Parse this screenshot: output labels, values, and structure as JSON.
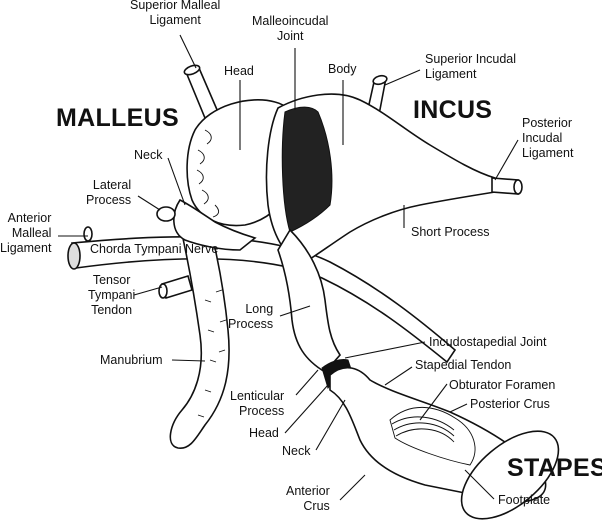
{
  "figure": {
    "bones": {
      "malleus": "MALLEUS",
      "incus": "INCUS",
      "stapes": "STAPES"
    },
    "labels": {
      "superior_malleal_ligament": [
        "Superior Malleal",
        "Ligament"
      ],
      "malleoincudal_joint": [
        "Malleoincudal",
        "Joint"
      ],
      "malleus_head": "Head",
      "body": "Body",
      "superior_incudal_ligament": [
        "Superior Incudal",
        "Ligament"
      ],
      "posterior_incudal_ligament": [
        "Posterior",
        "Incudal",
        "Ligament"
      ],
      "malleus_neck": "Neck",
      "lateral_process": [
        "Lateral",
        "Process"
      ],
      "anterior_malleal_ligament": [
        "Anterior",
        "Malleal",
        "Ligament"
      ],
      "chorda_tympani_nerve": "Chorda Tympani Nerve",
      "short_process": "Short Process",
      "tensor_tympani_tendon": [
        "Tensor",
        "Tympani",
        "Tendon"
      ],
      "long_process": [
        "Long",
        "Process"
      ],
      "manubrium": "Manubrium",
      "incudostapedial_joint": "Incudostapedial Joint",
      "stapedial_tendon": "Stapedial Tendon",
      "obturator_foramen": "Obturator Foramen",
      "posterior_crus": "Posterior Crus",
      "lenticular_process": [
        "Lenticular",
        "Process"
      ],
      "stapes_head": "Head",
      "stapes_neck": "Neck",
      "anterior_crus": [
        "Anterior",
        "Crus"
      ],
      "footplate": "Footplate"
    }
  }
}
